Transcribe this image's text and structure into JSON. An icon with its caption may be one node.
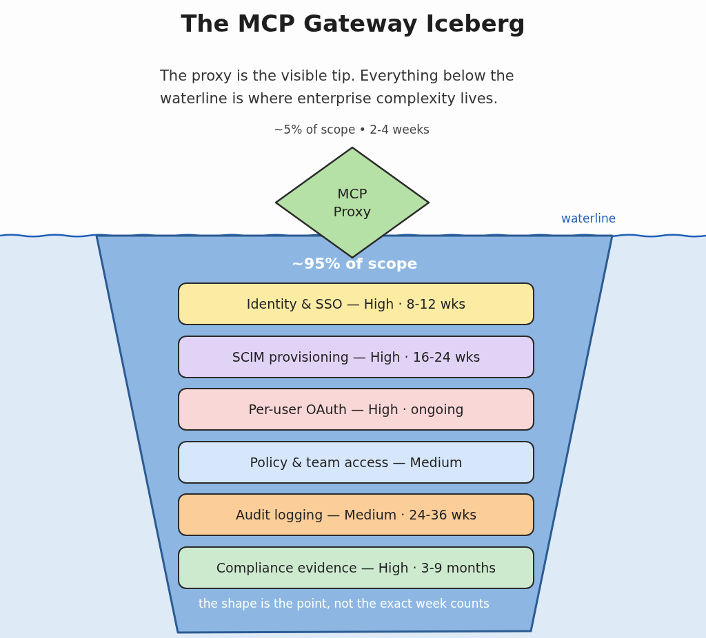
{
  "diagram": {
    "title": "The MCP Gateway Iceberg",
    "caption": "The proxy is the visible tip. Everything below the waterline is where enterprise complexity lives.",
    "nodes": [
      {
        "text": [
          "MCP Proxy"
        ],
        "beside": [
          "~5% of scope • 2-4 weeks"
        ]
      },
      {
        "text": [
          "~95% of scope",
          "the shape is the point, not the exact week counts"
        ]
      },
      {
        "text": [
          "Identity & SSO — High · 8-12 wks"
        ],
        "in": 1
      },
      {
        "text": [
          "SCIM provisioning — High · 16-24 wks"
        ],
        "in": 1
      },
      {
        "text": [
          "Per-user OAuth — High · ongoing"
        ],
        "in": 1
      },
      {
        "text": [
          "Policy & team access — Medium"
        ],
        "in": 1
      },
      {
        "text": [
          "Audit logging — Medium · 24-36 wks"
        ],
        "in": 1
      },
      {
        "text": [
          "Compliance evidence — High · 3-9 months"
        ],
        "in": 1
      }
    ],
    "labels": [
      "waterline"
    ]
  }
}
